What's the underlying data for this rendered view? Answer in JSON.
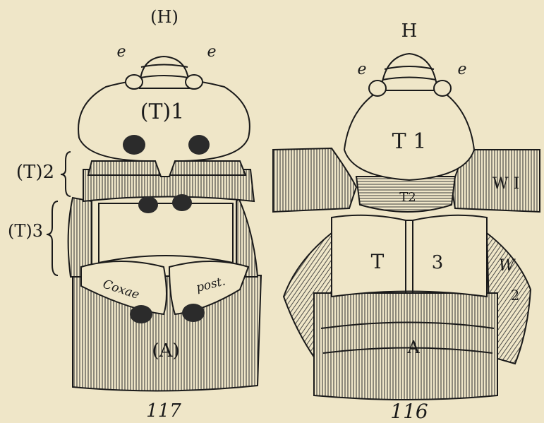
{
  "figure_117": {
    "head_label": "(H)",
    "eye_left": "e",
    "eye_right": "e",
    "thorax1_label": "(T)1",
    "thorax2_label": "(T)2",
    "thorax3_label": "(T)3",
    "coxae_left": "Coxae",
    "coxae_right": "post.",
    "abdomen_label": "(A)",
    "number": "117"
  },
  "figure_116": {
    "head_label": "H",
    "eye_left": "e",
    "eye_right": "e",
    "thorax1_label": "T 1",
    "thorax2_label": "T2",
    "thorax3_left": "T",
    "thorax3_right": "3",
    "wing1_label": "W I",
    "wing2_top": "W",
    "wing2_bottom": "2",
    "abdomen_label": "A",
    "number": "116"
  },
  "colors": {
    "paper": "#efe6c8",
    "ink": "#1a1a1a",
    "hatch": "#3a3a3a",
    "spot": "#2b2b2b"
  }
}
